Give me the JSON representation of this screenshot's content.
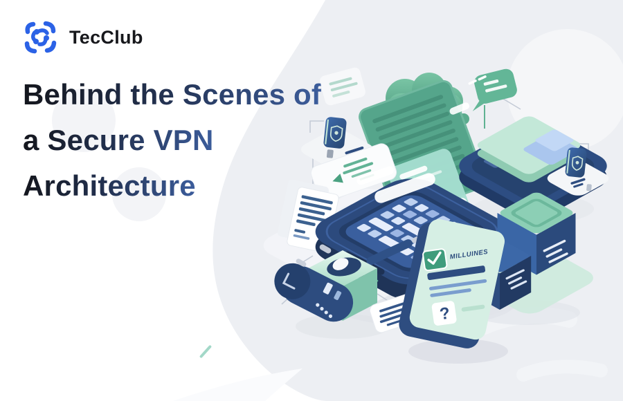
{
  "brand": {
    "name": "TecClub"
  },
  "headline": {
    "lines": [
      "Behind the Scenes of",
      "a Secure VPN",
      "Architecture"
    ]
  },
  "illustration": {
    "card_label": "MILLUINES",
    "question_mark": "?"
  },
  "colors": {
    "brand_blue": "#2b62e6",
    "headline_dark": "#14161d",
    "headline_blue": "#3c5d9c",
    "navy": "#2e4d80",
    "green": "#55a58b",
    "mint": "#d6efe4",
    "background_blob": "#edeff3"
  }
}
